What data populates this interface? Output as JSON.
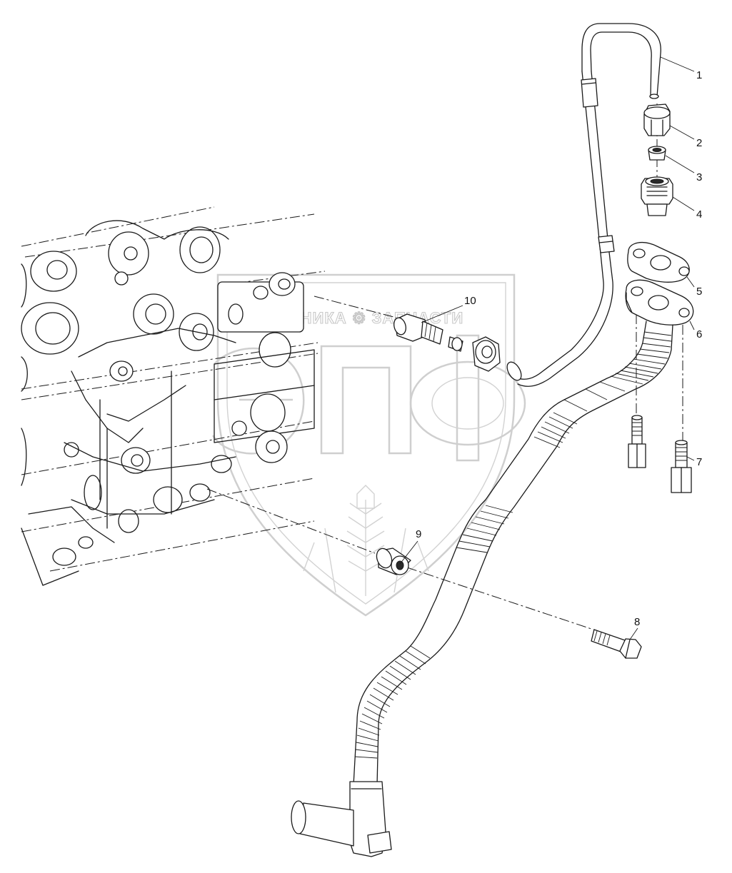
{
  "diagram": {
    "callouts": [
      {
        "id": "c1",
        "label": "1"
      },
      {
        "id": "c2",
        "label": "2"
      },
      {
        "id": "c3",
        "label": "3"
      },
      {
        "id": "c4",
        "label": "4"
      },
      {
        "id": "c5",
        "label": "5"
      },
      {
        "id": "c6",
        "label": "6"
      },
      {
        "id": "c7",
        "label": "7"
      },
      {
        "id": "c8",
        "label": "8"
      },
      {
        "id": "c9",
        "label": "9"
      },
      {
        "id": "c10",
        "label": "10"
      }
    ],
    "watermark": {
      "brand_line": "ТЕХНИКА ⚙ ЗАПЧАСТИ",
      "logo_letters": "ЭПФ"
    }
  },
  "colors": {
    "line": "#1a1a1a",
    "watermark": "#cfcfcf",
    "background": "#ffffff"
  }
}
